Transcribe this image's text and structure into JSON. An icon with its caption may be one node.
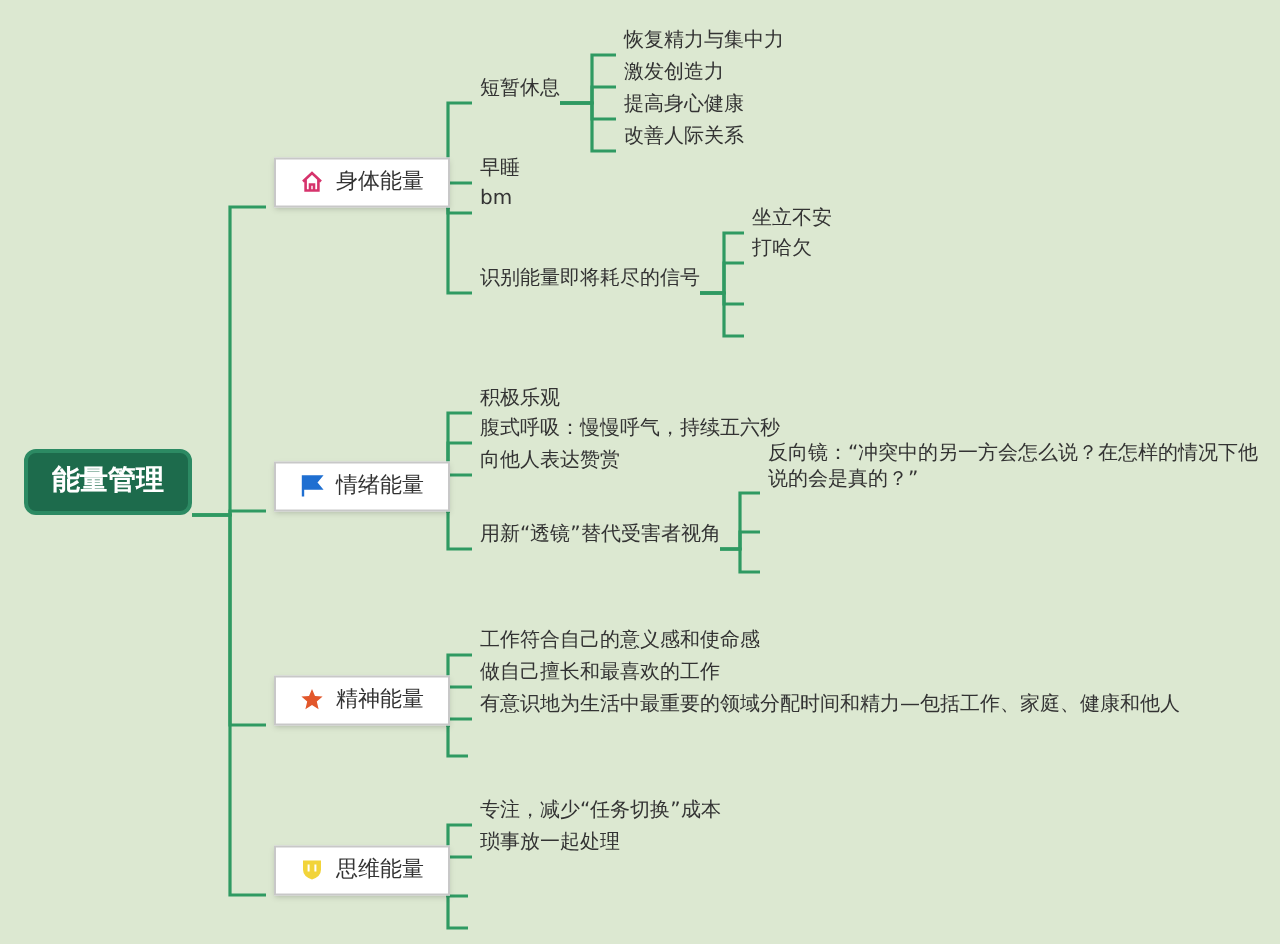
{
  "diagram": {
    "nodes": [
      {
        "text": [
          "能量管理"
        ]
      },
      {
        "text": [
          "身体能量"
        ]
      },
      {
        "text": [
          "短暂休息"
        ]
      },
      {
        "text": [
          "恢复精力与集中力"
        ]
      },
      {
        "text": [
          "激发创造力"
        ]
      },
      {
        "text": [
          "提高身心健康"
        ]
      },
      {
        "text": [
          "改善人际关系"
        ]
      },
      {
        "text": [
          "早睡"
        ]
      },
      {
        "text": [
          "bm"
        ]
      },
      {
        "text": [
          "识别能量即将耗尽的信号"
        ]
      },
      {
        "text": [
          "坐立不安"
        ]
      },
      {
        "text": [
          "打哈欠"
        ]
      },
      {
        "text": [
          "情绪能量"
        ]
      },
      {
        "text": [
          "积极乐观"
        ]
      },
      {
        "text": [
          "腹式呼吸：慢慢呼气，持续五六秒"
        ]
      },
      {
        "text": [
          "向他人表达赞赏"
        ]
      },
      {
        "text": [
          "用新“透镜”替代受害者视角"
        ]
      },
      {
        "text": [
          "反向镜：“冲突中的另一方会怎么说？在怎样的情况下他说的会是真的？”"
        ]
      },
      {
        "text": [
          "精神能量"
        ]
      },
      {
        "text": [
          "工作符合自己的意义感和使命感"
        ]
      },
      {
        "text": [
          "做自己擅长和最喜欢的工作"
        ]
      },
      {
        "text": [
          "有意识地为生活中最重要的领域分配时间和精力—包括工作、家庭、健康和他人"
        ]
      },
      {
        "text": [
          "思维能量"
        ]
      },
      {
        "text": [
          "专注，减少“任务切换”成本"
        ]
      },
      {
        "text": [
          "琐事放一起处理"
        ]
      }
    ],
    "edges": [
      {
        "from": 0,
        "to": 1,
        "arrow": "none"
      },
      {
        "from": 0,
        "to": 12,
        "arrow": "none"
      },
      {
        "from": 0,
        "to": 18,
        "arrow": "none"
      },
      {
        "from": 0,
        "to": 22,
        "arrow": "none"
      },
      {
        "from": 1,
        "to": 2,
        "arrow": "none"
      },
      {
        "from": 1,
        "to": 7,
        "arrow": "none"
      },
      {
        "from": 1,
        "to": 8,
        "arrow": "none"
      },
      {
        "from": 1,
        "to": 9,
        "arrow": "none"
      },
      {
        "from": 2,
        "to": 3,
        "arrow": "none"
      },
      {
        "from": 2,
        "to": 4,
        "arrow": "none"
      },
      {
        "from": 2,
        "to": 5,
        "arrow": "none"
      },
      {
        "from": 2,
        "to": 6,
        "arrow": "none"
      },
      {
        "from": 9,
        "to": 10,
        "arrow": "none"
      },
      {
        "from": 9,
        "to": 11,
        "arrow": "none"
      },
      {
        "from": 9,
        "to": null,
        "arrow": "none"
      },
      {
        "from": 9,
        "to": null,
        "arrow": "none"
      },
      {
        "from": 12,
        "to": 13,
        "arrow": "none"
      },
      {
        "from": 12,
        "to": 14,
        "arrow": "none"
      },
      {
        "from": 12,
        "to": 15,
        "arrow": "none"
      },
      {
        "from": 12,
        "to": 16,
        "arrow": "none"
      },
      {
        "from": 16,
        "to": 17,
        "arrow": "none"
      },
      {
        "from": 16,
        "to": null,
        "arrow": "none"
      },
      {
        "from": 16,
        "to": null,
        "arrow": "none"
      },
      {
        "from": 18,
        "to": 19,
        "arrow": "none"
      },
      {
        "from": 18,
        "to": 20,
        "arrow": "none"
      },
      {
        "from": 18,
        "to": 21,
        "arrow": "none"
      },
      {
        "from": 18,
        "to": null,
        "arrow": "none"
      },
      {
        "from": 22,
        "to": 23,
        "arrow": "none"
      },
      {
        "from": 22,
        "to": 24,
        "arrow": "none"
      },
      {
        "from": 22,
        "to": null,
        "arrow": "none"
      },
      {
        "from": 22,
        "to": null,
        "arrow": "none"
      }
    ]
  }
}
